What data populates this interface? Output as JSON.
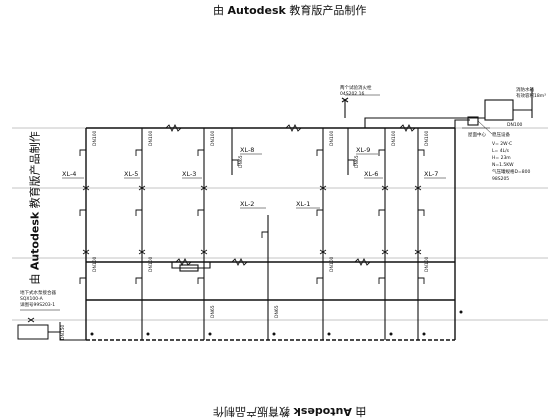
{
  "watermark": {
    "brand": "Autodesk",
    "prefix": "由",
    "suffix": "教育版产品制作"
  },
  "risers": [
    {
      "label": "XL-4"
    },
    {
      "label": "XL-5"
    },
    {
      "label": "XL-3"
    },
    {
      "label": "XL-8"
    },
    {
      "label": "XL-2"
    },
    {
      "label": "XL-1"
    },
    {
      "label": "XL-9"
    },
    {
      "label": "XL-6"
    },
    {
      "label": "XL-7"
    }
  ],
  "notes": {
    "top_valve": "两个试验消火栓",
    "top_valve_code": "04S202 16",
    "tank_note_1": "消防水箱",
    "tank_note_2": "有效容积18m³",
    "tank_dim": "DN100",
    "equip_1": "屋面中心",
    "equip_2": "稳压设备",
    "equip_3": "V= 2W·C",
    "equip_4": "L= 4L/s",
    "equip_5": "H= 23m",
    "equip_6": "N=1.5KW",
    "equip_7": "气压罐规格D=800",
    "equip_8": "98S205",
    "pump_note_1": "地下式水泵接合器",
    "pump_note_2": "SQX100-A",
    "pump_note_3": "详图号99S203-1"
  },
  "pipe_sizes": {
    "dn100": "DN100",
    "dn65": "DN65",
    "dn150": "DN150"
  }
}
